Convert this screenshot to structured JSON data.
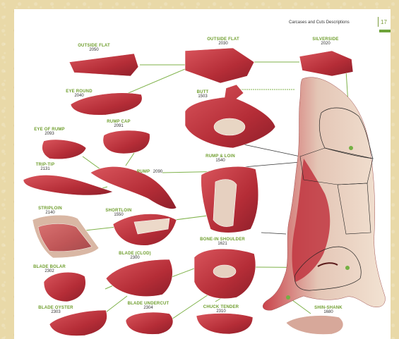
{
  "header": {
    "title": "Carcases and Cuts Descriptions",
    "page_number": "17"
  },
  "labels": {
    "outside_flat_a": {
      "name": "OUTSIDE FLAT",
      "code": "2050"
    },
    "outside_flat_b": {
      "name": "OUTSIDE FLAT",
      "code": "2030"
    },
    "silverside": {
      "name": "SILVERSIDE",
      "code": "2020"
    },
    "eye_round": {
      "name": "EYE ROUND",
      "code": "2040"
    },
    "butt": {
      "name": "BUTT",
      "code": "1503"
    },
    "eye_of_rump": {
      "name": "EYE OF RUMP",
      "code": "2093"
    },
    "rump_cap": {
      "name": "RUMP CAP",
      "code": "2091"
    },
    "trip_tip": {
      "name": "TRIP-TIP",
      "code": "2131"
    },
    "rump": {
      "name": "RUMP",
      "code": "2090"
    },
    "rump_loin": {
      "name": "RUMP & LOIN",
      "code": "1540"
    },
    "striploin": {
      "name": "STRIPLOIN",
      "code": "2140"
    },
    "shortloin": {
      "name": "SHORTLOIN",
      "code": "1550"
    },
    "blade_clod": {
      "name": "BLADE (CLOD)",
      "code": "2300"
    },
    "bone_in_shoulder": {
      "name": "BONE-IN SHOULDER",
      "code": "1621"
    },
    "blade_bolar": {
      "name": "BLADE BOLAR",
      "code": "2302"
    },
    "blade_undercut": {
      "name": "BLADE UNDERCUT",
      "code": "2304"
    },
    "blade_oyster": {
      "name": "BLADE OYSTER",
      "code": "2303"
    },
    "chuck_tender": {
      "name": "CHUCK TENDER",
      "code": "2310"
    },
    "shin_shank": {
      "name": "SHIN-SHANK",
      "code": "1680"
    }
  },
  "colors": {
    "accent_green": "#6f9e2d",
    "meat_red": "#b8323a",
    "fat_cream": "#e8d6c4",
    "background": "#e9d9a8"
  }
}
